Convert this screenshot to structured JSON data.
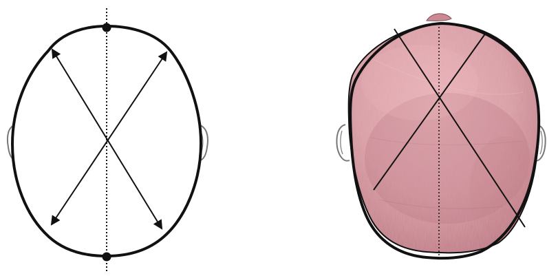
{
  "figure": {
    "panels": [
      {
        "id": "left",
        "subject": "outline-diagram",
        "features": [
          "head-outline",
          "midline",
          "diagonal-measurements",
          "ears",
          "landmarks"
        ]
      },
      {
        "id": "right",
        "subject": "photo-with-overlay",
        "features": [
          "head-photo",
          "reference-outline",
          "midline",
          "diagonal-lines",
          "ears"
        ]
      }
    ],
    "colors": {
      "stroke": "#111111",
      "skin": "#d89ea5",
      "skin_shadow": "#b8747f",
      "skin_highlight": "#e8b2b7",
      "ear_fill": "#ffffff",
      "ear_stroke": "#777777"
    }
  }
}
